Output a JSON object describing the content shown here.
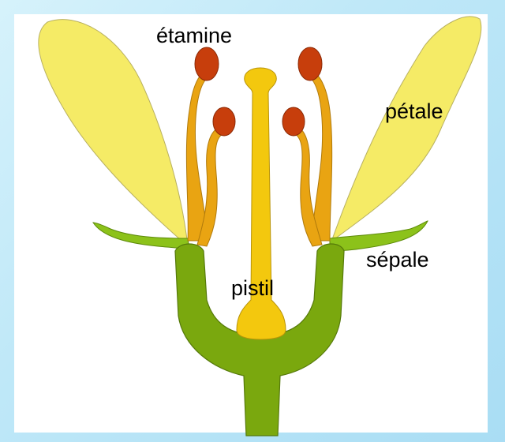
{
  "diagram": {
    "labels": {
      "stamen": "étamine",
      "petal": "pétale",
      "sepal": "sépale",
      "pistil": "pistil"
    }
  },
  "colors": {
    "background": "#bfe8f8",
    "petal": "#f5eb66",
    "sepal_stem": "#7aa80e",
    "sepal_light": "#8cc21a",
    "filament": "#e9a412",
    "anther": "#c73e0c",
    "pistil": "#f3c80e"
  }
}
